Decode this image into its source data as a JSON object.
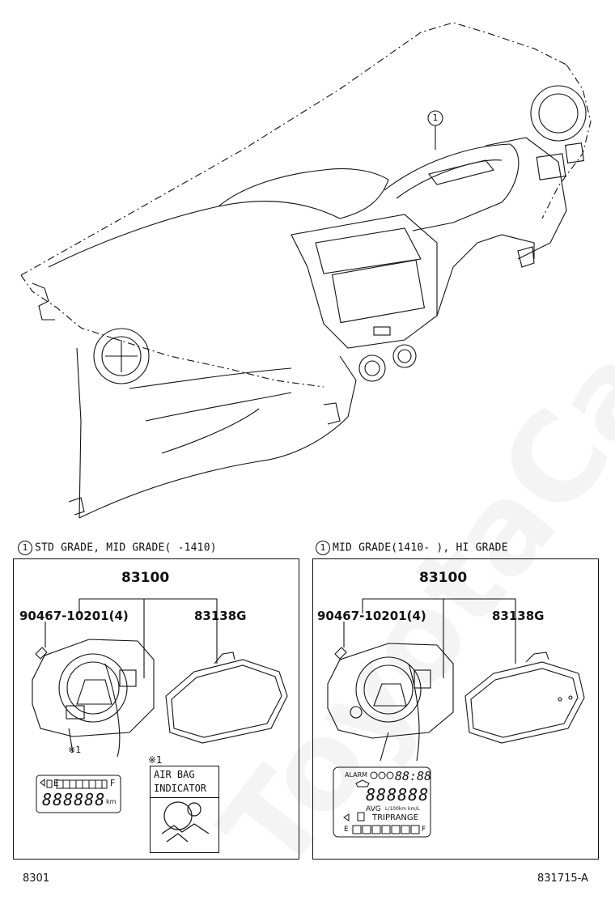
{
  "watermark": "ToyotaCarAnt",
  "top_callout": "1",
  "panels": [
    {
      "caption_num": "1",
      "caption_text": "STD GRADE, MID GRADE(    -1410)",
      "assembly": "83100",
      "screw": "90467-10201(4)",
      "glass": "83138G",
      "note_mark": "※1"
    },
    {
      "caption_num": "1",
      "caption_text": "MID GRADE(1410-    ), HI GRADE",
      "assembly": "83100",
      "screw": "90467-10201(4)",
      "glass": "83138G"
    }
  ],
  "left_display": {
    "fuel_e": "E",
    "fuel_f": "F",
    "digits": "888888",
    "unit": "km"
  },
  "airbag": {
    "mark": "※1",
    "line1": "AIR BAG",
    "line2": "INDICATOR"
  },
  "right_display": {
    "alarm": "ALARM",
    "clock": "88:88",
    "digits": "888888",
    "avg": "AVG",
    "avg_unit": "L/100km km/L",
    "trip": "TRIPRANGE",
    "fuel_e": "E",
    "fuel_f": "F"
  },
  "footer": {
    "left": "8301",
    "right": "831715-A"
  }
}
